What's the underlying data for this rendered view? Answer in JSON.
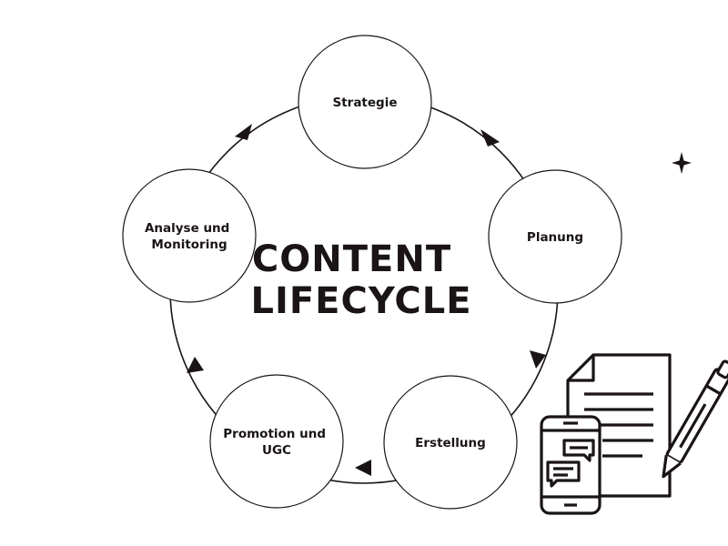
{
  "title_lines": [
    "CONTENT",
    "LIFECYCLE"
  ],
  "stages": [
    {
      "lines": [
        "Strategie"
      ]
    },
    {
      "lines": [
        "Planung"
      ]
    },
    {
      "lines": [
        "Erstellung"
      ]
    },
    {
      "lines": [
        "Promotion und",
        "UGC"
      ]
    },
    {
      "lines": [
        "Analyse und",
        "Monitoring"
      ]
    }
  ],
  "colors": {
    "ink": "#1a1416",
    "circle_fill": "#ffffff",
    "background": "#ffffff"
  },
  "icons": {
    "sparkle": "sparkle-icon",
    "document": "document-icon",
    "phone": "phone-icon",
    "pen": "pen-icon"
  }
}
